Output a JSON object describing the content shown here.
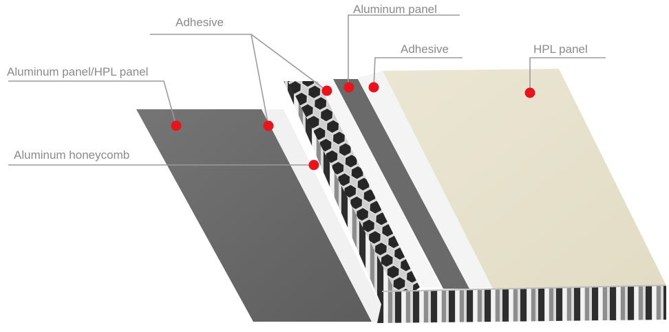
{
  "labels": {
    "adhesive_left": "Adhesive",
    "aluminum_panel_top": "Aluminum panel",
    "adhesive_right": "Adhesive",
    "hpl_panel": "HPL panel",
    "aluminum_hpl_panel": "Aluminum panel/HPL panel",
    "aluminum_honeycomb": "Aluminum honeycomb"
  },
  "colors": {
    "label_text": "#8a8a8a",
    "leader_line": "#9a9a9a",
    "marker": "#e8141b",
    "aluminum_panel": "#6f6f6f",
    "hpl_panel": "#e7e2cd",
    "adhesive": "#f3f3f3",
    "honeycomb_dark": "#2b2b2b",
    "honeycomb_light": "#c9c9c9"
  }
}
